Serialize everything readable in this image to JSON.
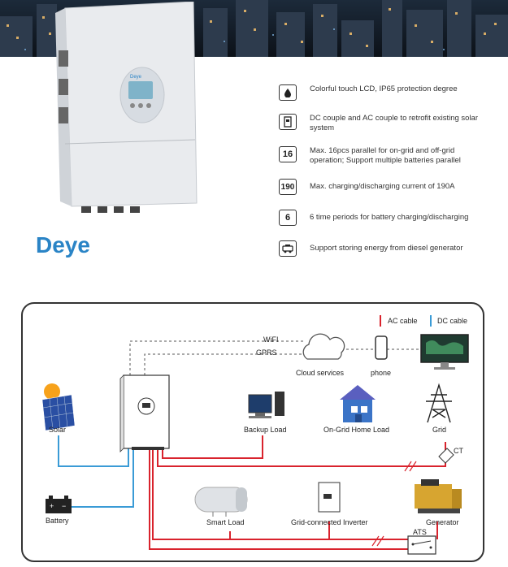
{
  "brand": "Deye",
  "features": [
    {
      "icon": "water-drop-icon",
      "badge": "",
      "text": "Colorful touch LCD, IP65 protection degree"
    },
    {
      "icon": "battery-icon",
      "badge": "",
      "text": "DC couple and AC couple to retrofit existing solar system"
    },
    {
      "icon": "",
      "badge": "16",
      "text": "Max. 16pcs parallel for on-grid and off-grid operation; Support multiple batteries parallel"
    },
    {
      "icon": "",
      "badge": "190",
      "text": "Max. charging/discharging current of 190A"
    },
    {
      "icon": "",
      "badge": "6",
      "text": "6 time periods for battery charging/discharging"
    },
    {
      "icon": "generator-icon",
      "badge": "",
      "text": "Support storing energy from diesel generator"
    }
  ],
  "legend": {
    "ac": "AC cable",
    "dc": "DC cable"
  },
  "labels": {
    "wifi": "WiFI",
    "gprs": "GPRS",
    "cloud": "Cloud services",
    "phone": "phone",
    "solar": "Solar",
    "backup": "Backup Load",
    "ongrid": "On-Grid Home Load",
    "grid": "Grid",
    "ct": "CT",
    "battery": "Battery",
    "smart": "Smart Load",
    "gridinv": "Grid-connected Inverter",
    "generator": "Generator",
    "ats": "ATS"
  },
  "colors": {
    "ac": "#d9232d",
    "dc": "#3a9bd6",
    "brand": "#2a84c6"
  }
}
